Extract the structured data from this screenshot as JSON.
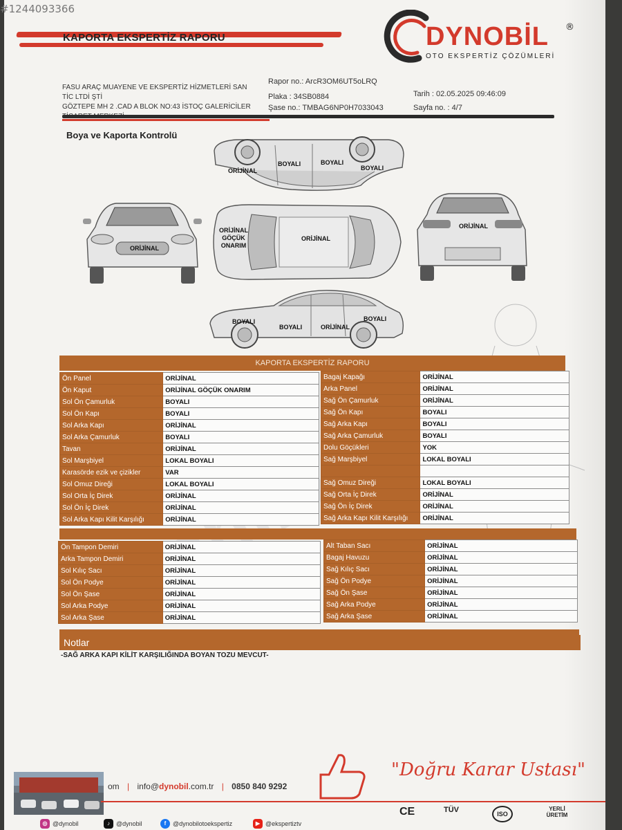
{
  "listing_id": "#1244093366",
  "header": {
    "title": "KAPORTA EKSPERTİZ RAPORU",
    "brand": "DYNOBİL",
    "brand_reg": "®",
    "brand_sub": "OTO EKSPERTİZ ÇÖZÜMLERİ"
  },
  "company": {
    "line1": "FASU ARAÇ MUAYENE VE EKSPERTİZ HİZMETLERİ SAN TİC LTDİ ŞTİ",
    "line2": "GÖZTEPE MH 2 .CAD A BLOK NO:43 İSTOÇ GALERİCİLER TİCARET MERKEZİ"
  },
  "meta": {
    "rapor_no": "Rapor no.: ArcR3OM6UT5oLRQ",
    "plaka": "Plaka : 34SB0884",
    "sase_no": "Şase no.: TMBAG6NP0H7033043",
    "tarih": "Tarih : 02.05.2025 09:46:09",
    "sayfa": "Sayfa no. : 4/7"
  },
  "section_title": "Boya ve Kaporta Kontrolü",
  "diagram": {
    "left_side": [
      "ORİJİNAL",
      "BOYALI",
      "BOYALI",
      "BOYALI"
    ],
    "front": "ORİJİNAL",
    "top": [
      "ORİJİNAL",
      "GÖÇÜK",
      "ONARIM",
      "ORİJİNAL"
    ],
    "rear": "ORİJİNAL",
    "right_side": [
      "BOYALI",
      "BOYALI",
      "ORİJİNAL",
      "BOYALI"
    ]
  },
  "table": {
    "title": "KAPORTA EKSPERTİZ RAPORU",
    "left1": [
      {
        "label": "Ön Panel",
        "value": "ORİJİNAL"
      },
      {
        "label": "Ön Kaput",
        "value": "ORİJİNAL GÖÇÜK ONARIM"
      },
      {
        "label": "Sol Ön Çamurluk",
        "value": "BOYALI"
      },
      {
        "label": "Sol Ön Kapı",
        "value": "BOYALI"
      },
      {
        "label": "Sol Arka Kapı",
        "value": "ORİJİNAL"
      },
      {
        "label": "Sol Arka Çamurluk",
        "value": "BOYALI"
      },
      {
        "label": "Tavan",
        "value": "ORİJİNAL"
      },
      {
        "label": "Sol Marşbiyel",
        "value": "LOKAL BOYALI"
      },
      {
        "label": "Karasörde ezik ve çizikler",
        "value": "VAR"
      },
      {
        "label": "Sol Omuz Direği",
        "value": "LOKAL BOYALI"
      },
      {
        "label": "Sol Orta İç Direk",
        "value": "ORİJİNAL"
      },
      {
        "label": "Sol Ön İç Direk",
        "value": "ORİJİNAL"
      },
      {
        "label": "Sol Arka Kapı Kilit Karşılığı",
        "value": "ORİJİNAL"
      }
    ],
    "right1": [
      {
        "label": "Bagaj Kapağı",
        "value": "ORİJİNAL"
      },
      {
        "label": "Arka Panel",
        "value": "ORİJİNAL"
      },
      {
        "label": "Sağ Ön Çamurluk",
        "value": "ORİJİNAL"
      },
      {
        "label": "Sağ Ön Kapı",
        "value": "BOYALI"
      },
      {
        "label": "Sağ Arka Kapı",
        "value": "BOYALI"
      },
      {
        "label": "Sağ Arka Çamurluk",
        "value": "BOYALI"
      },
      {
        "label": "Dolu Göçükleri",
        "value": "YOK"
      },
      {
        "label": "Sağ Marşbiyel",
        "value": "LOKAL BOYALI"
      },
      {
        "label": "",
        "value": ""
      },
      {
        "label": "Sağ Omuz Direği",
        "value": "LOKAL BOYALI"
      },
      {
        "label": "Sağ Orta İç Direk",
        "value": "ORİJİNAL"
      },
      {
        "label": "Sağ Ön İç Direk",
        "value": "ORİJİNAL"
      },
      {
        "label": "Sağ Arka Kapı Kilit Karşılığı",
        "value": "ORİJİNAL"
      }
    ],
    "left2": [
      {
        "label": "Ön Tampon Demiri",
        "value": "ORİJİNAL"
      },
      {
        "label": "Arka Tampon Demiri",
        "value": "ORİJİNAL"
      },
      {
        "label": "Sol Kılıç Sacı",
        "value": "ORİJİNAL"
      },
      {
        "label": "Sol Ön Podye",
        "value": "ORİJİNAL"
      },
      {
        "label": "Sol Ön Şase",
        "value": "ORİJİNAL"
      },
      {
        "label": "Sol Arka Podye",
        "value": "ORİJİNAL"
      },
      {
        "label": "Sol Arka Şase",
        "value": "ORİJİNAL"
      }
    ],
    "right2": [
      {
        "label": "Alt Taban Sacı",
        "value": "ORİJİNAL"
      },
      {
        "label": "Bagaj Havuzu",
        "value": "ORİJİNAL"
      },
      {
        "label": "Sağ Kılıç Sacı",
        "value": "ORİJİNAL"
      },
      {
        "label": "Sağ Ön Podye",
        "value": "ORİJİNAL"
      },
      {
        "label": "Sağ Ön Şase",
        "value": "ORİJİNAL"
      },
      {
        "label": "Sağ Arka Podye",
        "value": "ORİJİNAL"
      },
      {
        "label": "Sağ Arka Şase",
        "value": "ORİJİNAL"
      }
    ]
  },
  "notes": {
    "title": "Notlar",
    "text": "-SAĞ ARKA KAPI KİLİT KARŞILIĞINDA BOYAN TOZU MEVCUT-"
  },
  "watermark": "sahibinden",
  "footer": {
    "web_tail": "om",
    "email_prefix": "info@",
    "email_brand": "dynobil",
    "email_suffix": ".com.tr",
    "phone": "0850 840 9292",
    "slogan": "\"Doğru Karar Ustası\"",
    "socials": [
      {
        "icon": "instagram-icon",
        "label": "@dynobil",
        "color": "#c13584"
      },
      {
        "icon": "tiktok-icon",
        "label": "@dynobil",
        "color": "#111111"
      },
      {
        "icon": "facebook-icon",
        "label": "@dynobilotoekspertiz",
        "color": "#1877f2"
      },
      {
        "icon": "youtube-icon",
        "label": "@ekspertiztv",
        "color": "#e62117"
      }
    ],
    "certs": [
      "CE",
      "TÜV",
      "ISO",
      "YERLİ ÜRETİM"
    ]
  },
  "colors": {
    "brand_red": "#d33a2c",
    "table_brown": "#b4672c"
  }
}
